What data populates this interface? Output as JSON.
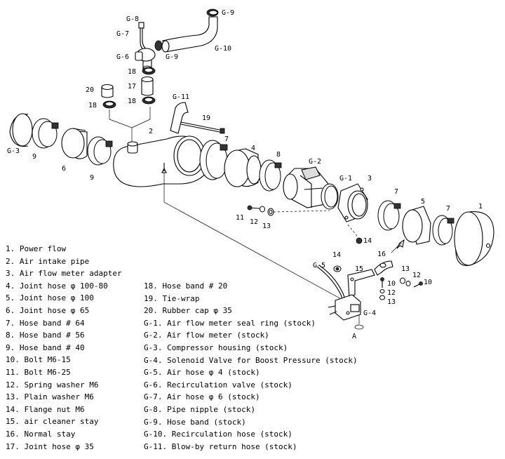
{
  "callouts": {
    "g8": "G-8",
    "g9a": "G-9",
    "g7": "G-7",
    "g6": "G-6",
    "g9b": "G-9",
    "g10": "G-10",
    "n18a": "18",
    "n17": "17",
    "n20": "20",
    "n18b": "18",
    "n18c": "18",
    "g11": "G-11",
    "n19": "19",
    "n2": "2",
    "g3": "G-3",
    "n9a": "9",
    "n6": "6",
    "n9b": "9",
    "n7a": "7",
    "n4": "4",
    "n8": "8",
    "g2": "G-2",
    "g1": "G-1",
    "n3": "3",
    "n11": "11",
    "n12a": "12",
    "n13a": "13",
    "n14a": "14",
    "n7b": "7",
    "n5": "5",
    "n7c": "7",
    "n1": "1",
    "g5": "G-5",
    "n14b": "14",
    "n15": "15",
    "n16": "16",
    "n13b": "13",
    "n10a": "10",
    "n12b": "12",
    "n10b": "10",
    "n12c": "12",
    "n13c": "13",
    "g4": "G-4",
    "a": "A"
  },
  "legend_left": [
    "1. Power flow",
    "2. Air intake pipe",
    "3. Air flow meter adapter",
    "4. Joint hose φ 100-80",
    "5. Joint hose φ 100",
    "6. Joint hose φ 65",
    "7. Hose band # 64",
    "8. Hose band # 56",
    "9. Hose band # 40",
    "10. Bolt M6-15",
    "11. Bolt M6-25",
    "12. Spring washer M6",
    "13. Plain washer M6",
    "14. Flange nut M6",
    "15. air cleaner stay",
    "16. Normal stay",
    "17. Joint hose φ 35"
  ],
  "legend_right": [
    "18. Hose band # 20",
    "19. Tie-wrap",
    "20. Rubber cap φ 35",
    "G-1. Air flow meter seal ring (stock)",
    "G-2. Air flow meter (stock)",
    "G-3. Compressor housing (stock)",
    "G-4. Solenoid Valve for Boost Pressure (stock)",
    "G-5. Air hose φ 4  (stock)",
    "G-6. Recirculation valve (stock)",
    "G-7. Air hose φ 6  (stock)",
    "G-8. Pipe nipple (stock)",
    "G-9. Hose band  (stock)",
    "G-10. Recirculation hose (stock)",
    "G-11. Blow-by return hose (stock)"
  ]
}
